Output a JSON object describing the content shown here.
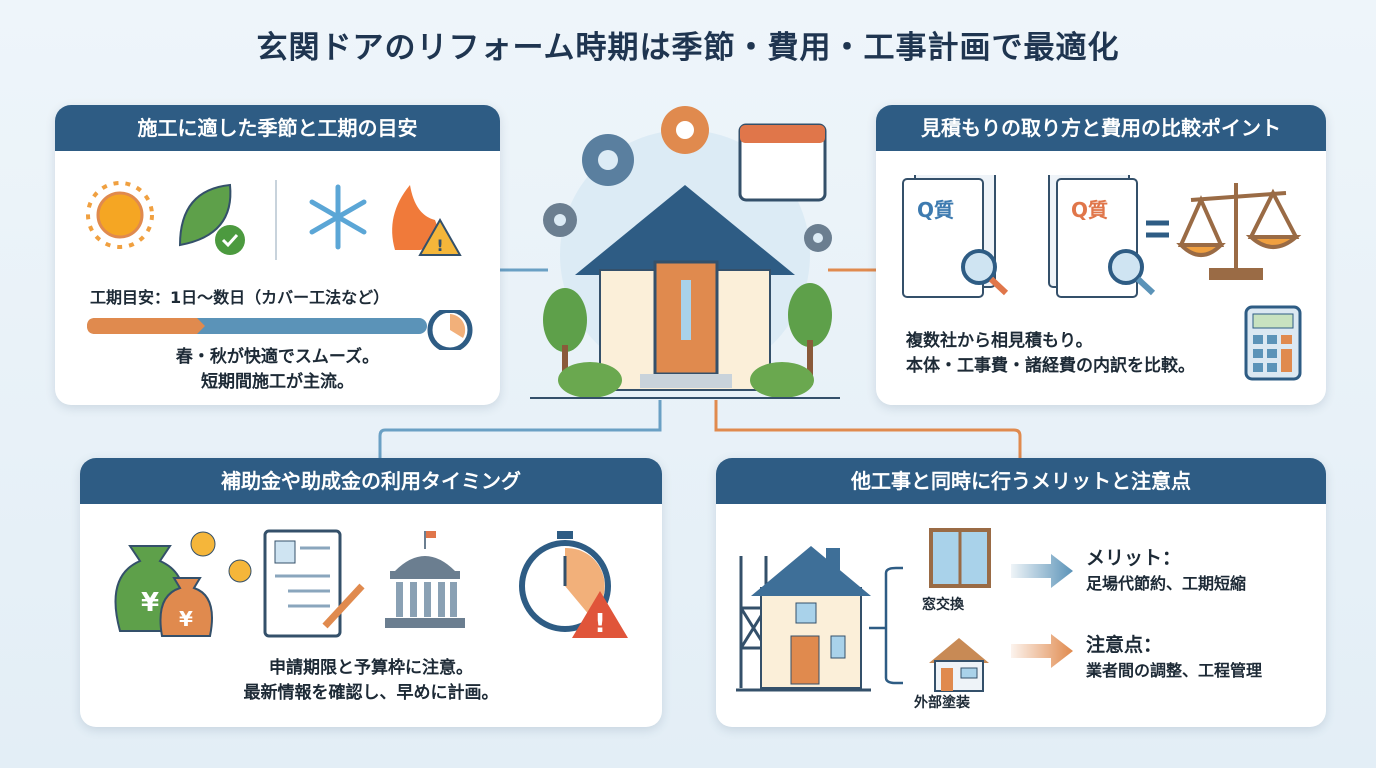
{
  "title": "玄関ドアのリフォーム時期は季節・費用・工事計画で最適化",
  "colors": {
    "header": "#2e5c84",
    "accent_orange": "#e08a4e",
    "accent_blue": "#5b93b8",
    "background": "#e6f0f7"
  },
  "season": {
    "heading": "施工に適した季節と工期の目安",
    "icons": [
      "sun-icon",
      "leaf-check-icon",
      "snowflake-icon",
      "fire-warning-icon",
      "stopwatch-icon"
    ],
    "duration": "工期目安：1日〜数日（カバー工法など）",
    "lines": [
      "春・秋が快適でスムーズ。",
      "短期間施工が主流。"
    ]
  },
  "estimate": {
    "heading": "見積もりの取り方と費用の比較ポイント",
    "doc_label": "Q質",
    "icons": [
      "document-magnifier-icon",
      "scale-icon",
      "calculator-icon"
    ],
    "lines": [
      "複数社から相見積もり。",
      "本体・工事費・諸経費の内訳を比較。"
    ]
  },
  "subsidy": {
    "heading": "補助金や助成金の利用タイミング",
    "icons": [
      "money-bag-yen-icon",
      "application-form-icon",
      "government-building-icon",
      "clock-warning-icon"
    ],
    "yen": "¥",
    "lines": [
      "申請期限と予算枠に注意。",
      "最新情報を確認し、早めに計画。"
    ]
  },
  "combined": {
    "heading": "他工事と同時に行うメリットと注意点",
    "items": [
      {
        "label": "窓交換"
      },
      {
        "label": "外部塗装"
      }
    ],
    "merit_title": "メリット：",
    "merit_text": "足場代節約、工期短縮",
    "caution_title": "注意点：",
    "caution_text": "業者間の調整、工程管理"
  }
}
